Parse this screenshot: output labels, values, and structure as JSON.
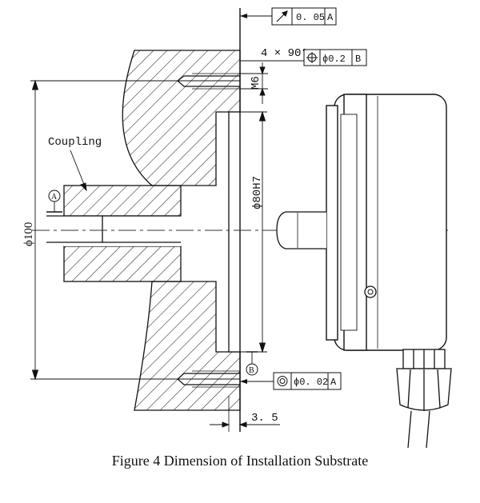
{
  "caption": "Figure 4 Dimension of Installation Substrate",
  "labels": {
    "coupling": "Coupling",
    "chamfer": "4 × 90°",
    "thread": "M6",
    "outer_diameter": "ϕ100",
    "pilot_diameter": "ϕ80H7",
    "depth": "3. 5",
    "datum_a": "A",
    "datum_b": "B"
  },
  "tolerance_frames": [
    {
      "symbol": "runout",
      "value": "0. 05",
      "datum": "A"
    },
    {
      "symbol": "position",
      "value": "ϕ0.2",
      "datum": "B"
    },
    {
      "symbol": "concentricity",
      "value": "ϕ0. 02",
      "datum": "A"
    }
  ]
}
